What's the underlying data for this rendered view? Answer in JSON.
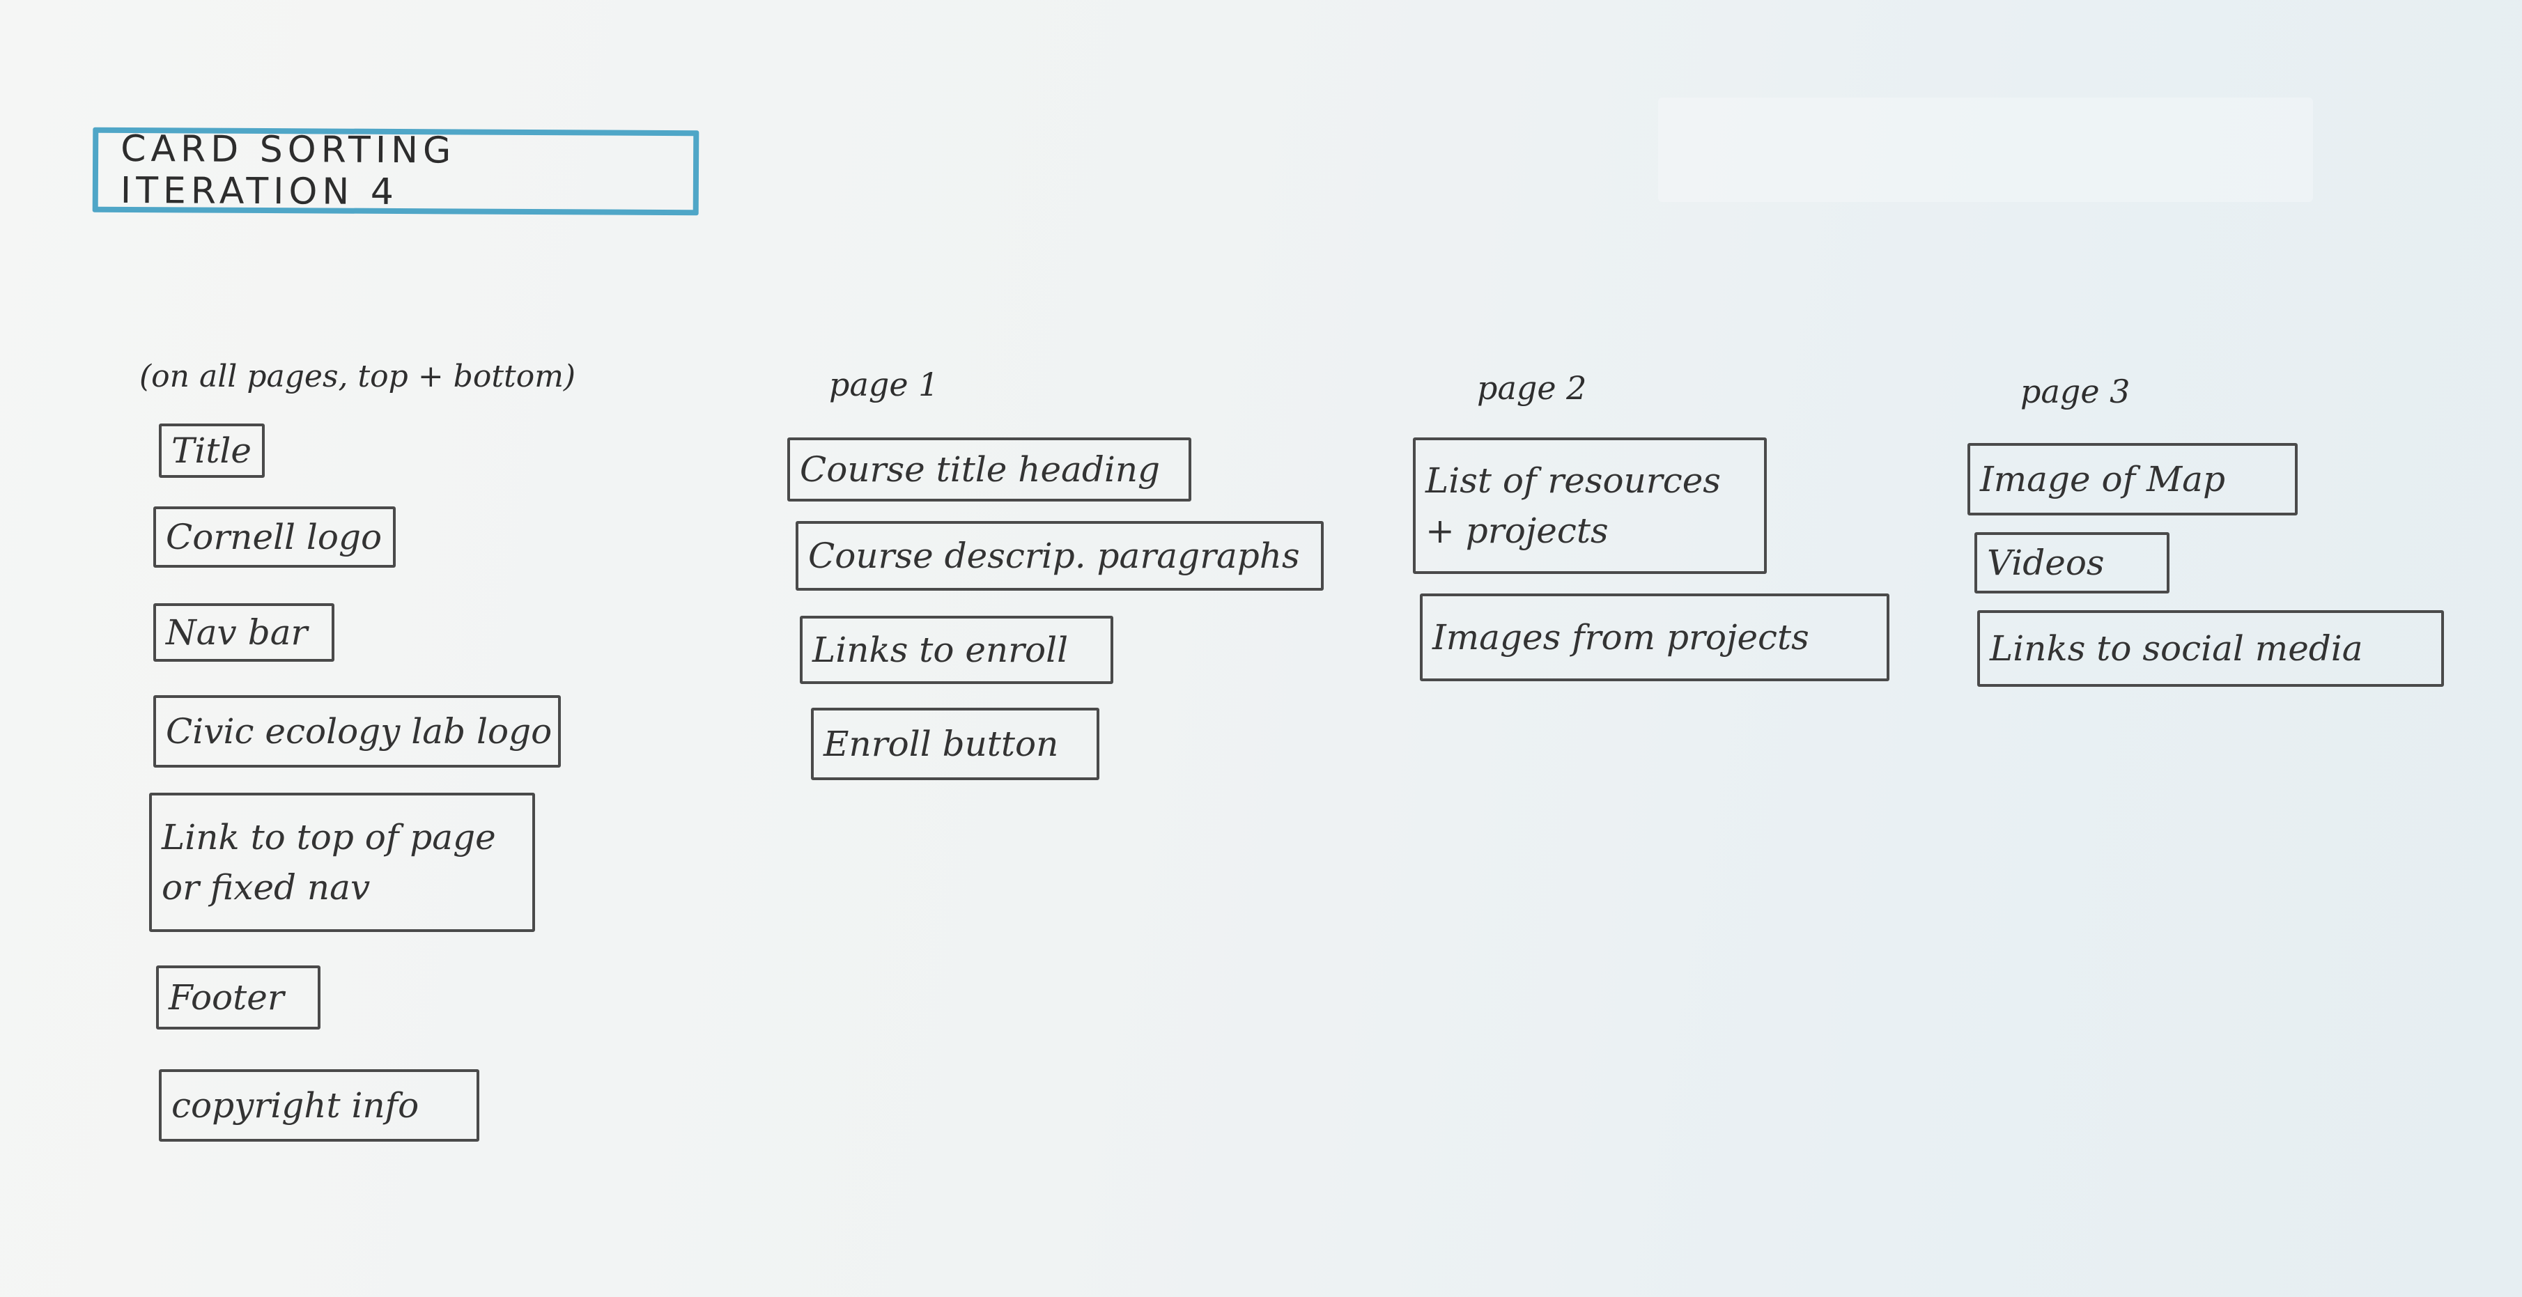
{
  "title": "CARD SORTING ITERATION 4",
  "columns": [
    {
      "heading": "(on all pages, top + bottom)",
      "cards": [
        {
          "lines": [
            "Title"
          ]
        },
        {
          "lines": [
            "Cornell logo"
          ]
        },
        {
          "lines": [
            "Nav bar"
          ]
        },
        {
          "lines": [
            "Civic ecology lab logo"
          ]
        },
        {
          "lines": [
            "Link to top of page",
            "or fixed nav"
          ]
        },
        {
          "lines": [
            "Footer"
          ]
        },
        {
          "lines": [
            "copyright info"
          ]
        }
      ]
    },
    {
      "heading": "page 1",
      "cards": [
        {
          "lines": [
            "Course title heading"
          ]
        },
        {
          "lines": [
            "Course descrip. paragraphs"
          ]
        },
        {
          "lines": [
            "Links to enroll"
          ]
        },
        {
          "lines": [
            "Enroll button"
          ]
        }
      ]
    },
    {
      "heading": "page 2",
      "cards": [
        {
          "lines": [
            "List of resources",
            "+ projects"
          ]
        },
        {
          "lines": [
            "Images from projects"
          ]
        }
      ]
    },
    {
      "heading": "page 3",
      "cards": [
        {
          "lines": [
            "Image of Map"
          ]
        },
        {
          "lines": [
            "Videos"
          ]
        },
        {
          "lines": [
            "Links to social media"
          ]
        }
      ]
    }
  ],
  "colors": {
    "title_border": "#4fa6c7",
    "ink": "#333333",
    "paper": "#f0f3f3"
  }
}
